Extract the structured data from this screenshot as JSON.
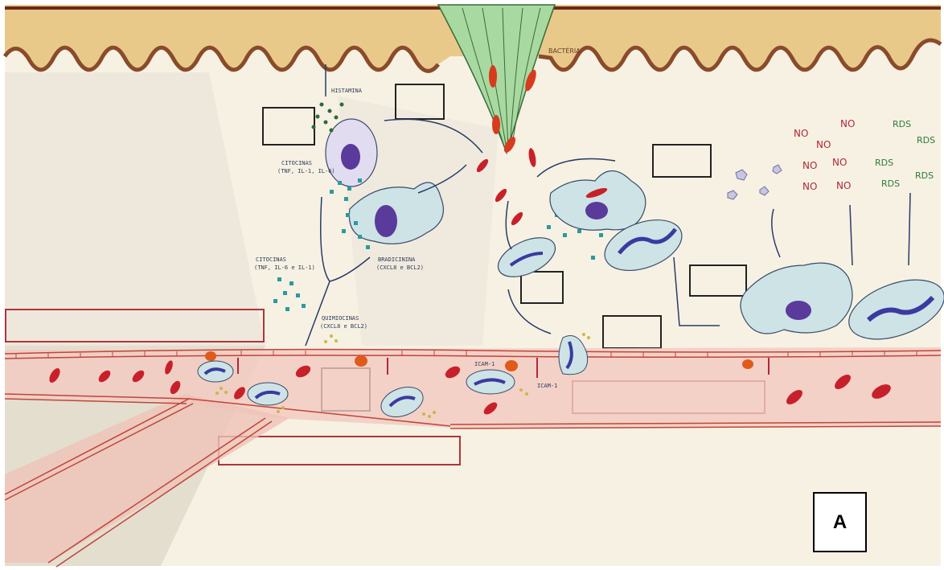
{
  "panel_letter": "A",
  "labels": {
    "histamine": "HISTAMINA",
    "bacteria": "BACTÉRIA",
    "cytokines_upper_1": "CITOCINAS",
    "cytokines_upper_2": "(TNF, IL-1, IL-6)",
    "cytokines_lower_1": "CITOCINAS",
    "cytokines_lower_2": "(TNF, IL-6 e IL-1)",
    "bradykinin_1": "BRADICININA",
    "bradykinin_2": "(CXCL8 e BCL2)",
    "chemokines_1": "QUIMIOCINAS",
    "chemokines_2": "(CXCL8 e BCL2)",
    "icam_upper": "ICAM-1",
    "icam_lower": "ICAM-1",
    "no": "NO",
    "rds": "RDS"
  },
  "colors": {
    "paper": "#f6f1e2",
    "epidermis": "#e8c98a",
    "wavy_border": "#8a4b2a",
    "thorn": "#a8d9a0",
    "vessel": "#f3c9c0",
    "vessel_line": "#c0453a",
    "rbc": "#c8202a",
    "cell_body": "#cde3e6",
    "nucleus": "#5a3a9a",
    "granule": "#2a9aa0",
    "box_red": "#b0343a"
  }
}
